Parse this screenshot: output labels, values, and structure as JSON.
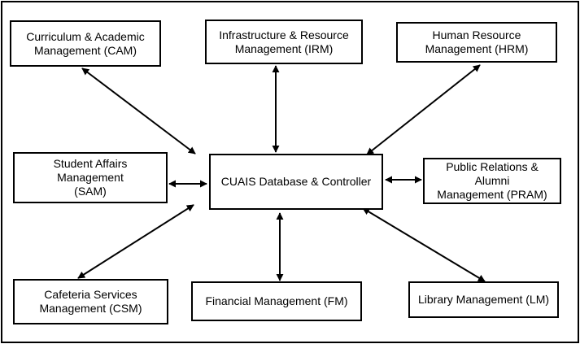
{
  "diagram": {
    "nodes": {
      "cam": {
        "label": "Curriculum & Academic\nManagement (CAM)"
      },
      "irm": {
        "label": "Infrastructure & Resource\nManagement (IRM)"
      },
      "hrm": {
        "label": "Human Resource\nManagement (HRM)"
      },
      "sam": {
        "label": "Student Affairs Management\n(SAM)"
      },
      "core": {
        "label": "CUAIS Database & Controller"
      },
      "pram": {
        "label": "Public Relations & Alumni\nManagement (PRAM)"
      },
      "csm": {
        "label": "Cafeteria Services\nManagement (CSM)"
      },
      "fm": {
        "label": "Financial Management (FM)"
      },
      "lm": {
        "label": "Library Management (LM)"
      }
    },
    "edges": [
      {
        "from": "cam",
        "to": "core",
        "direction": "both"
      },
      {
        "from": "irm",
        "to": "core",
        "direction": "both"
      },
      {
        "from": "hrm",
        "to": "core",
        "direction": "both"
      },
      {
        "from": "sam",
        "to": "core",
        "direction": "both"
      },
      {
        "from": "pram",
        "to": "core",
        "direction": "both"
      },
      {
        "from": "csm",
        "to": "core",
        "direction": "both"
      },
      {
        "from": "fm",
        "to": "core",
        "direction": "both"
      },
      {
        "from": "lm",
        "to": "core",
        "direction": "both"
      }
    ]
  }
}
